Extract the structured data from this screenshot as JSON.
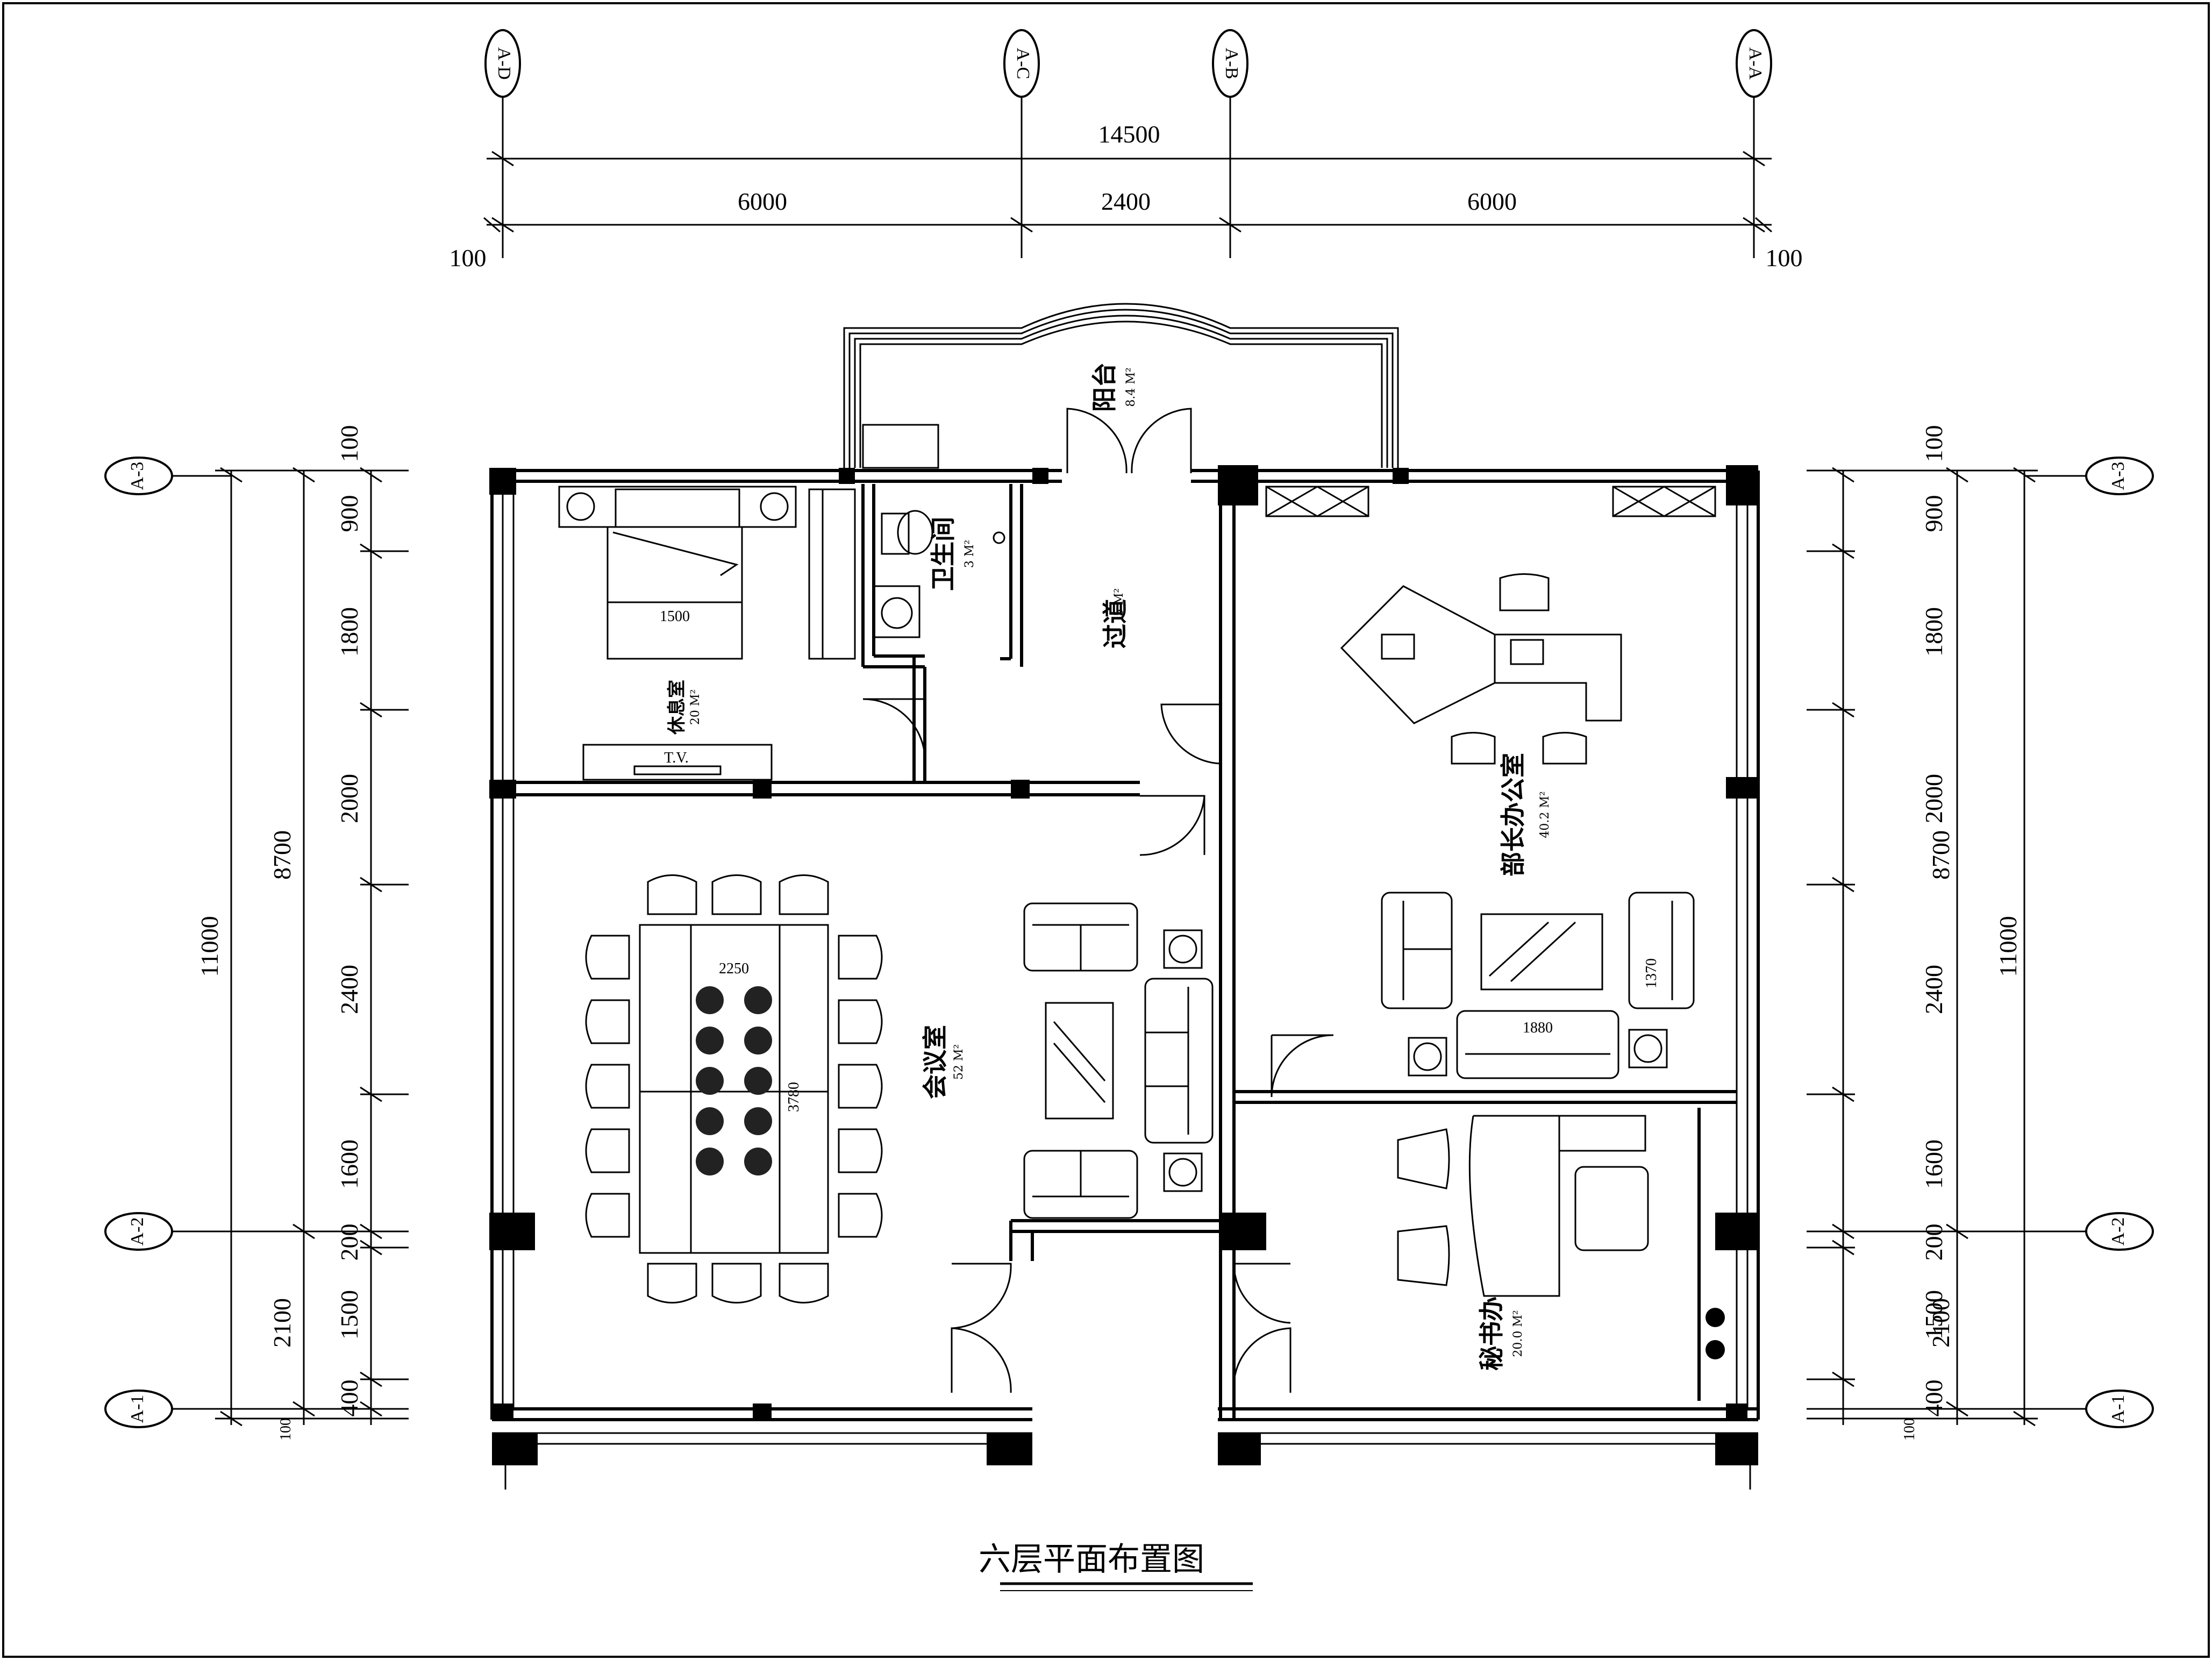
{
  "drawing_title": "六层平面布置图",
  "axes": {
    "top": [
      "A-D",
      "A-C",
      "A-B",
      "A-A"
    ],
    "left": [
      "A-3",
      "A-2",
      "A-1"
    ],
    "right": [
      "A-3",
      "A-2",
      "A-1"
    ]
  },
  "dimensions": {
    "top_total": "14500",
    "top_spans": [
      "6000",
      "2400",
      "6000"
    ],
    "top_edge_left": "100",
    "top_edge_right": "100",
    "side_total": "11000",
    "side_sub": "8700",
    "side_sub2": "2100",
    "side_spans": [
      "100",
      "900",
      "1800",
      "2000",
      "2400",
      "1600",
      "200",
      "1500",
      "400"
    ],
    "side_small": [
      "100",
      "100"
    ]
  },
  "rooms": {
    "balcony": {
      "name": "阳台",
      "area": "8.4 M²"
    },
    "toilet": {
      "name": "卫生间",
      "area": "3 M²"
    },
    "corridor": {
      "name": "过道",
      "area": "5 M²"
    },
    "bedroom": {
      "name": "休息室",
      "area": "20 M²"
    },
    "meeting": {
      "name": "会议室",
      "area": "52 M²"
    },
    "minister": {
      "name": "部长办公室",
      "area": "40.2 M²"
    },
    "secretary": {
      "name": "秘书办",
      "area": "20.0 M²"
    }
  },
  "furniture_labels": {
    "bed_width": "1500",
    "tv": "T.V.",
    "table_width": "2250",
    "table_length": "3780",
    "sofa_length": "1880",
    "sofa_side": "1370"
  }
}
